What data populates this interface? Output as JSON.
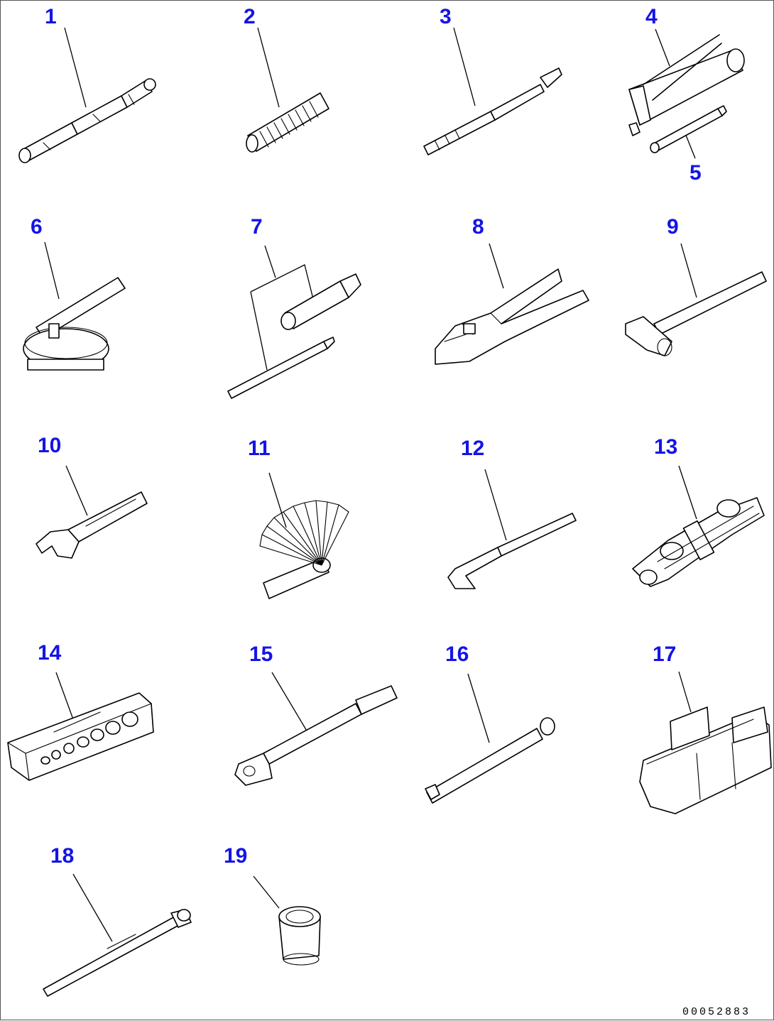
{
  "callouts": [
    "1",
    "2",
    "3",
    "4",
    "5",
    "6",
    "7",
    "8",
    "9",
    "10",
    "11",
    "12",
    "13",
    "14",
    "15",
    "16",
    "17",
    "18",
    "19"
  ],
  "drawing_number": "00052883",
  "colors": {
    "callout": "#1414e6",
    "linework": "#000000",
    "background": "#ffffff"
  }
}
